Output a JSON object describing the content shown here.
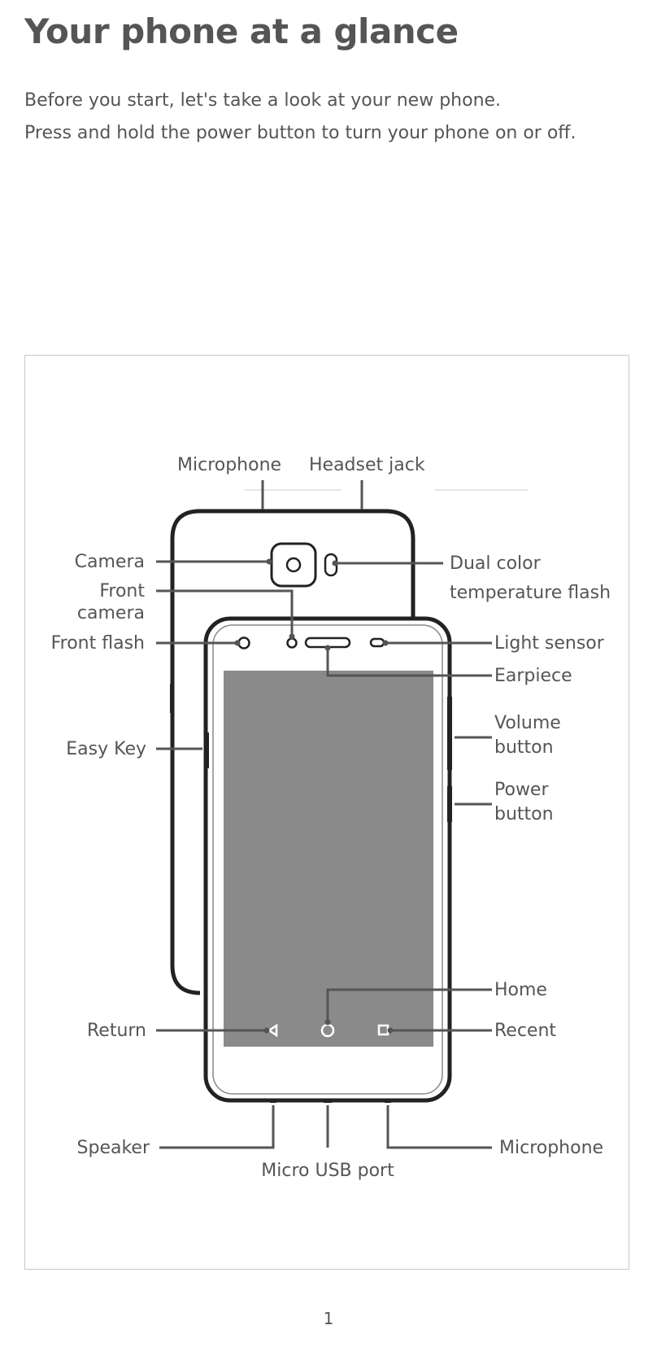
{
  "page": {
    "title": "Your phone at a glance",
    "intro": [
      "Before you start, let's take a look at your new phone.",
      "Press and hold the power button to turn your phone on or off."
    ],
    "page_number": "1"
  },
  "diagram": {
    "labels": {
      "microphone_top": "Microphone",
      "headset_jack": "Headset jack",
      "camera": "Camera",
      "front_camera_line1": "Front",
      "front_camera_line2": "camera",
      "dual_flash_line1": "Dual color",
      "dual_flash_line2": "temperature flash",
      "front_flash": "Front flash",
      "light_sensor": "Light sensor",
      "earpiece": "Earpiece",
      "volume_line1": "Volume",
      "volume_line2": "button",
      "easy_key": "Easy Key",
      "power_line1": "Power",
      "power_line2": "button",
      "home": "Home",
      "return": "Return",
      "recent": "Recent",
      "speaker": "Speaker",
      "microphone_bottom": "Microphone",
      "micro_usb": "Micro USB port"
    },
    "colors": {
      "outline": "#222222",
      "leader": "#555555",
      "screen": "#8a8a8a",
      "frame": "#c8c8c8"
    }
  }
}
